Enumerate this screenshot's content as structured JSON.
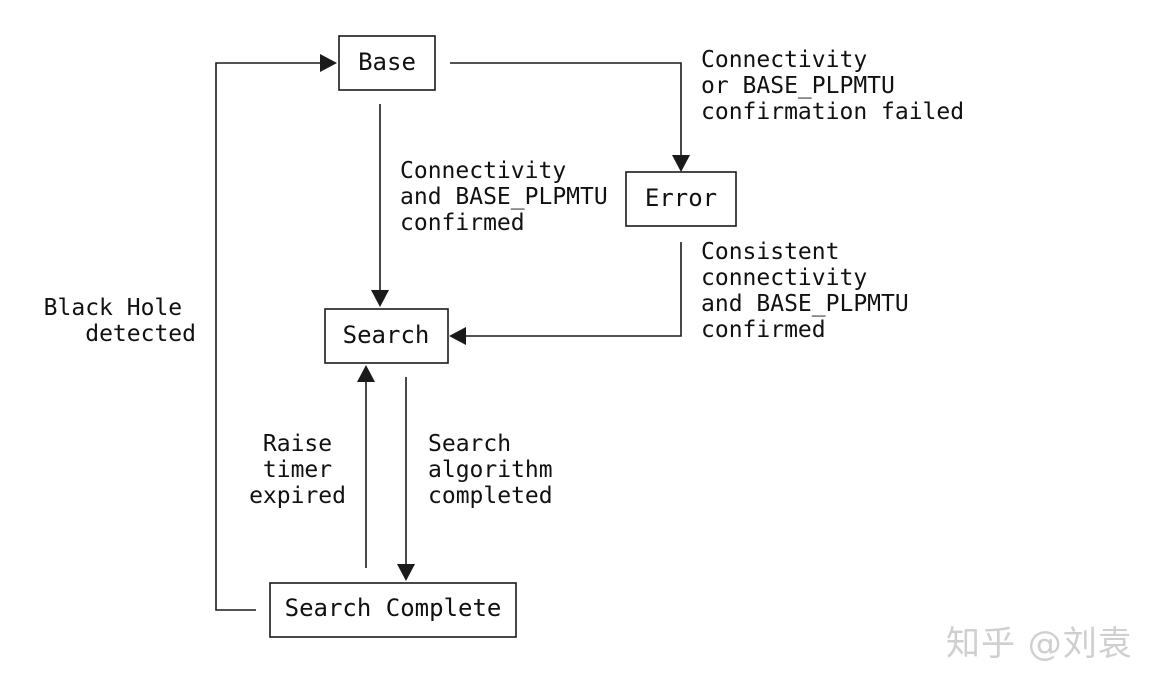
{
  "states": {
    "base": "Base",
    "error": "Error",
    "search": "Search",
    "search_complete": "Search Complete"
  },
  "transitions": {
    "base_to_error": [
      "Connectivity",
      "or BASE_PLPMTU",
      "confirmation failed"
    ],
    "base_to_search": [
      "Connectivity",
      "and BASE_PLPMTU",
      "confirmed"
    ],
    "error_to_search": [
      "Consistent",
      "connectivity",
      "and BASE_PLPMTU",
      "confirmed"
    ],
    "search_complete_to_base": [
      "Black Hole",
      "detected"
    ],
    "search_complete_to_search": [
      "Raise",
      "timer",
      "expired"
    ],
    "search_to_search_complete": [
      "Search",
      "algorithm",
      "completed"
    ]
  },
  "watermark": "知乎 @刘袁"
}
